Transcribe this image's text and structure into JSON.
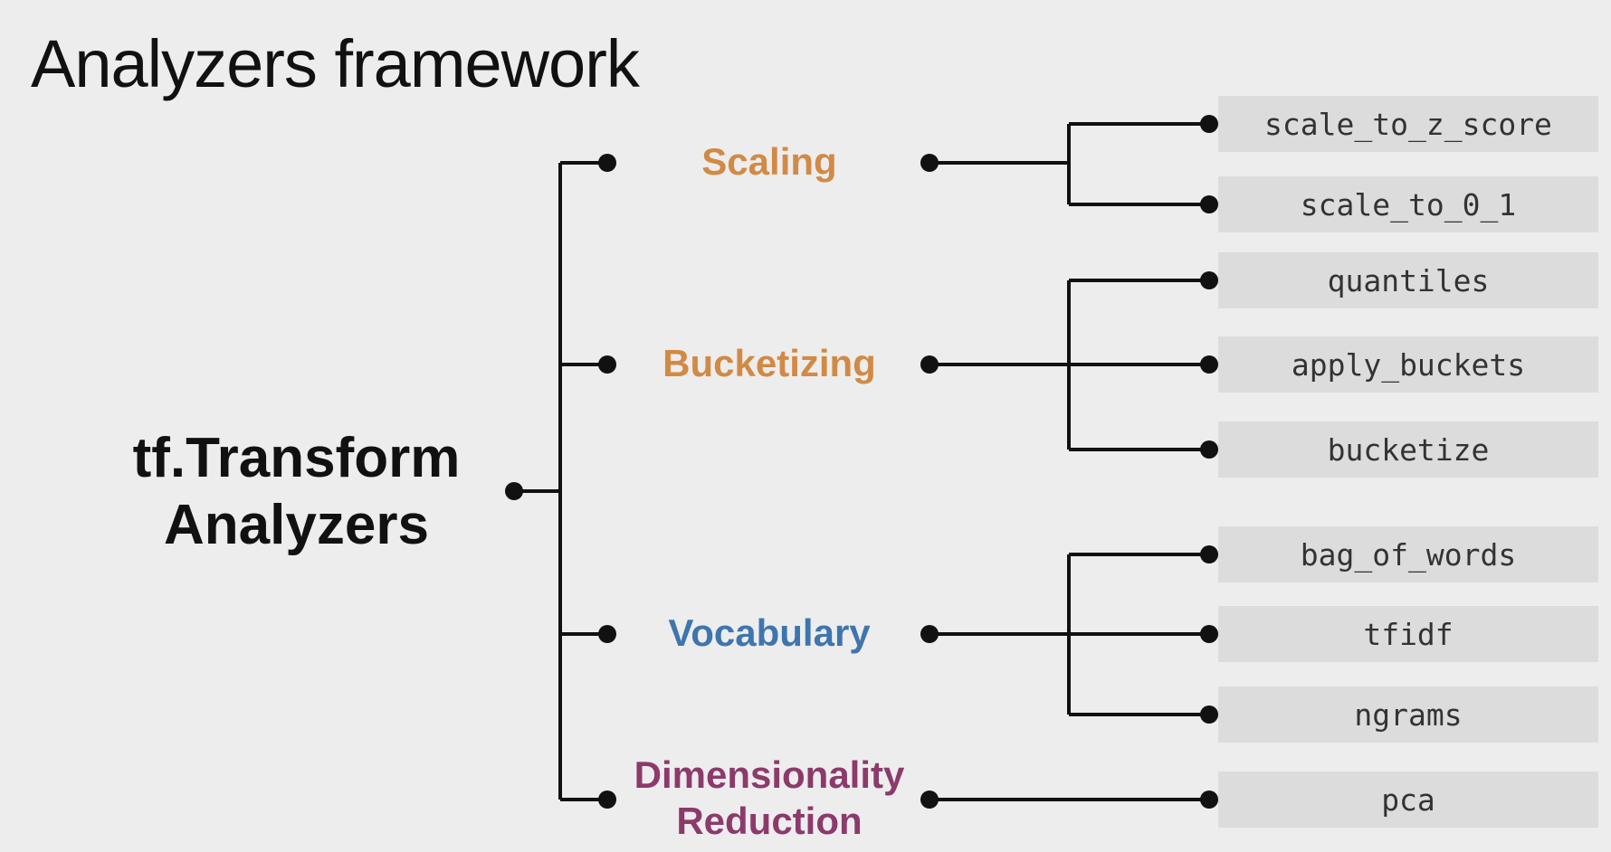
{
  "title": "Analyzers framework",
  "root": {
    "line1": "tf.Transform",
    "line2": "Analyzers"
  },
  "categories": [
    {
      "lines": [
        "Scaling"
      ],
      "color": "#d18a45",
      "ops": [
        "scale_to_z_score",
        "scale_to_0_1"
      ]
    },
    {
      "lines": [
        "Bucketizing"
      ],
      "color": "#d18a45",
      "ops": [
        "quantiles",
        "apply_buckets",
        "bucketize"
      ]
    },
    {
      "lines": [
        "Vocabulary"
      ],
      "color": "#3f75ad",
      "ops": [
        "bag_of_words",
        "tfidf",
        "ngrams"
      ]
    },
    {
      "lines": [
        "Dimensionality",
        "Reduction"
      ],
      "color": "#8c3a6b",
      "ops": [
        "pca"
      ]
    }
  ],
  "colors": {
    "background": "#ededed",
    "connector": "#111111",
    "op_box": "#dcdcdc"
  }
}
